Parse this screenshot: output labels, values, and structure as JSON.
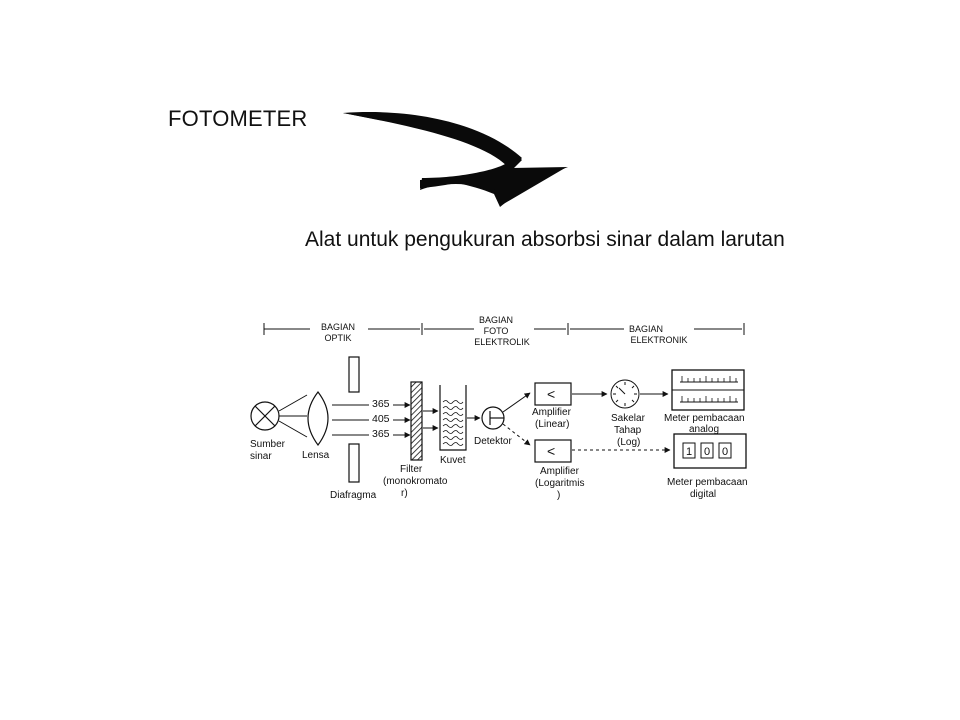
{
  "title": "FOTOMETER",
  "subtitle": "Alat untuk pengukuran absorbsi sinar dalam larutan",
  "sections": {
    "optik": [
      "BAGIAN",
      "OPTIK"
    ],
    "foto": [
      "BAGIAN",
      "FOTO",
      "ELEKTROLIK"
    ],
    "elektronik": [
      "BAGIAN",
      "ELEKTRONIK"
    ]
  },
  "wavelengths": [
    "365",
    "405",
    "365"
  ],
  "labels": {
    "source": [
      "Sumber",
      "sinar"
    ],
    "lens": "Lensa",
    "diaphragm": "Diafragma",
    "filter": [
      "Filter",
      "(monokromato",
      "r)"
    ],
    "cuvette": "Kuvet",
    "detector": "Detektor",
    "amp_linear": [
      "Amplifier",
      "(Linear)"
    ],
    "amp_log": [
      "Amplifier",
      "(Logaritmis",
      ")"
    ],
    "switch": [
      "Sakelar",
      "Tahap",
      "(Log)"
    ],
    "meter_analog": [
      "Meter pembacaan",
      "analog"
    ],
    "meter_digital": [
      "Meter pembacaan",
      "digital"
    ],
    "amp_symbol": "<"
  },
  "digits": [
    "1",
    "0",
    "0"
  ]
}
